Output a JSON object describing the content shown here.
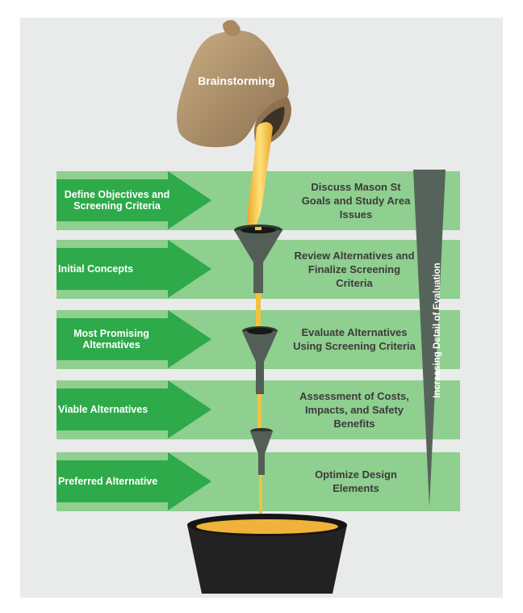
{
  "bag_label": "Brainstorming",
  "side_label": "Increasing Detail of Evaluation",
  "steps": [
    {
      "stage": "Define Objectives and Screening Criteria",
      "activity": "Discuss Mason St Goals and Study Area Issues"
    },
    {
      "stage": "Initial Concepts",
      "activity": "Review Alternatives and Finalize Screening Criteria"
    },
    {
      "stage": "Most Promising Alternatives",
      "activity": "Evaluate Alternatives Using Screening Criteria"
    },
    {
      "stage": "Viable Alternatives",
      "activity": "Assessment of Costs, Impacts, and Safety Benefits"
    },
    {
      "stage": "Preferred Alternative",
      "activity": "Optimize Design Elements"
    }
  ],
  "colors": {
    "band": "#8fcf8f",
    "arrow": "#2eaa4a",
    "funnel": "#525e56",
    "liquid": "#f2c23e",
    "bag": "#b89a70",
    "pot": "#222222",
    "side_triangle": "#56635a"
  }
}
